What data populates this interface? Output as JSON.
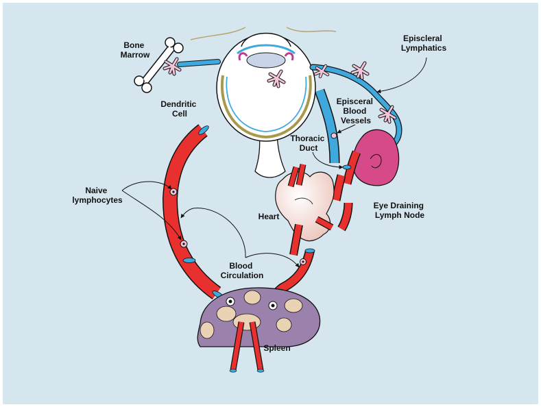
{
  "labels": {
    "bone_marrow": [
      "Bone",
      "Marrow"
    ],
    "dendritic_cell": [
      "Dendritic",
      "Cell"
    ],
    "naive_lymphocytes": [
      "Naive",
      "lymphocytes"
    ],
    "episcleral_lymphatics": [
      "Episcleral",
      "Lymphatics"
    ],
    "episceral_blood_vessels": [
      "Episceral",
      "Blood",
      "Vessels"
    ],
    "thoracic_duct": [
      "Thoracic",
      "Duct"
    ],
    "heart": "Heart",
    "eye_draining_lymph_node": [
      "Eye Draining",
      "Lymph Node"
    ],
    "blood_circulation": [
      "Blood",
      "Circulation"
    ],
    "spleen": "Spleen"
  },
  "colors": {
    "background": "#d6e6ef",
    "blood_vessel": "#e8312e",
    "lymphatic": "#3fa9dd",
    "lymph_node": "#d64a8a",
    "heart": "#f2d9d2",
    "spleen": "#9b82ad",
    "spleen_follicle": "#ead2b4",
    "dendritic_cell": "#f2c4d8",
    "eye_sclera": "#ffffff",
    "choroid": "#a89a4a"
  }
}
